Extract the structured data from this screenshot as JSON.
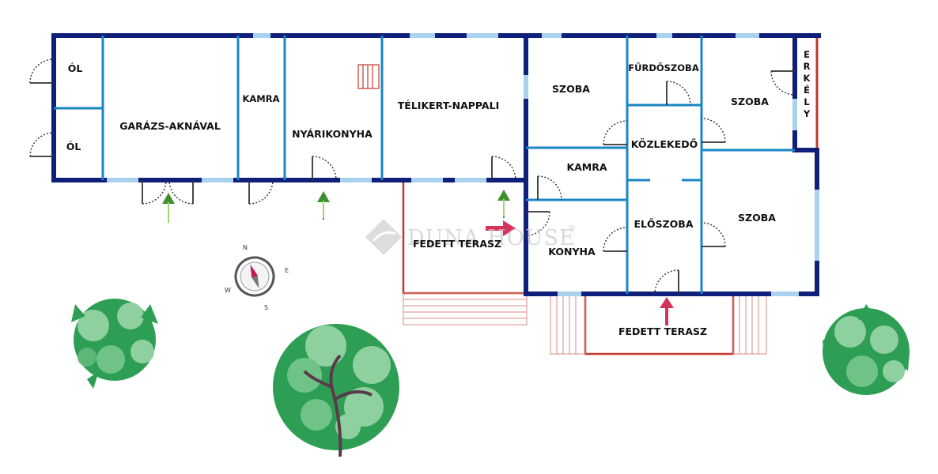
{
  "rooms": {
    "ol_top": "ÓL",
    "ol_bottom": "ÓL",
    "garazs": "GARÁZS-AKNÁVAL",
    "kamra_1": "KAMRA",
    "nyarikonyha": "NYÁRIKONYHA",
    "telikert": "TÉLIKERT-NAPPALI",
    "szoba_1": "SZOBA",
    "furdoszoba": "FÜRDŐSZOBA",
    "szoba_2": "SZOBA",
    "kozlekedo": "KÖZLEKEDŐ",
    "kamra_2": "KAMRA",
    "eloszoba": "ELŐSZOBA",
    "szoba_3": "SZOBA",
    "konyha": "KONYHA",
    "fedett_terasz_1": "FEDETT TERASZ",
    "fedett_terasz_2": "FEDETT TERASZ",
    "erkely": [
      "E",
      "R",
      "K",
      "É",
      "L",
      "Y"
    ]
  },
  "watermark": "DUNA HOUSE",
  "watermark_mark": "®",
  "compass": {
    "n": "N",
    "e": "E",
    "s": "S",
    "w": "W"
  },
  "colors": {
    "outer_wall": "#0f1f7a",
    "inner_wall": "#1a86c4",
    "window": "#a9d2ee",
    "terrace": "#c0392b",
    "entry_arrow_green": "#3f8f2f",
    "entry_arrow_red": "#d6335a",
    "tree_dark": "#2e9e55",
    "tree_light": "#8fd0a0"
  },
  "icons": [
    "compass-icon",
    "entry-arrow-icon",
    "tree-icon",
    "staircase-icon",
    "door-swing-icon"
  ]
}
